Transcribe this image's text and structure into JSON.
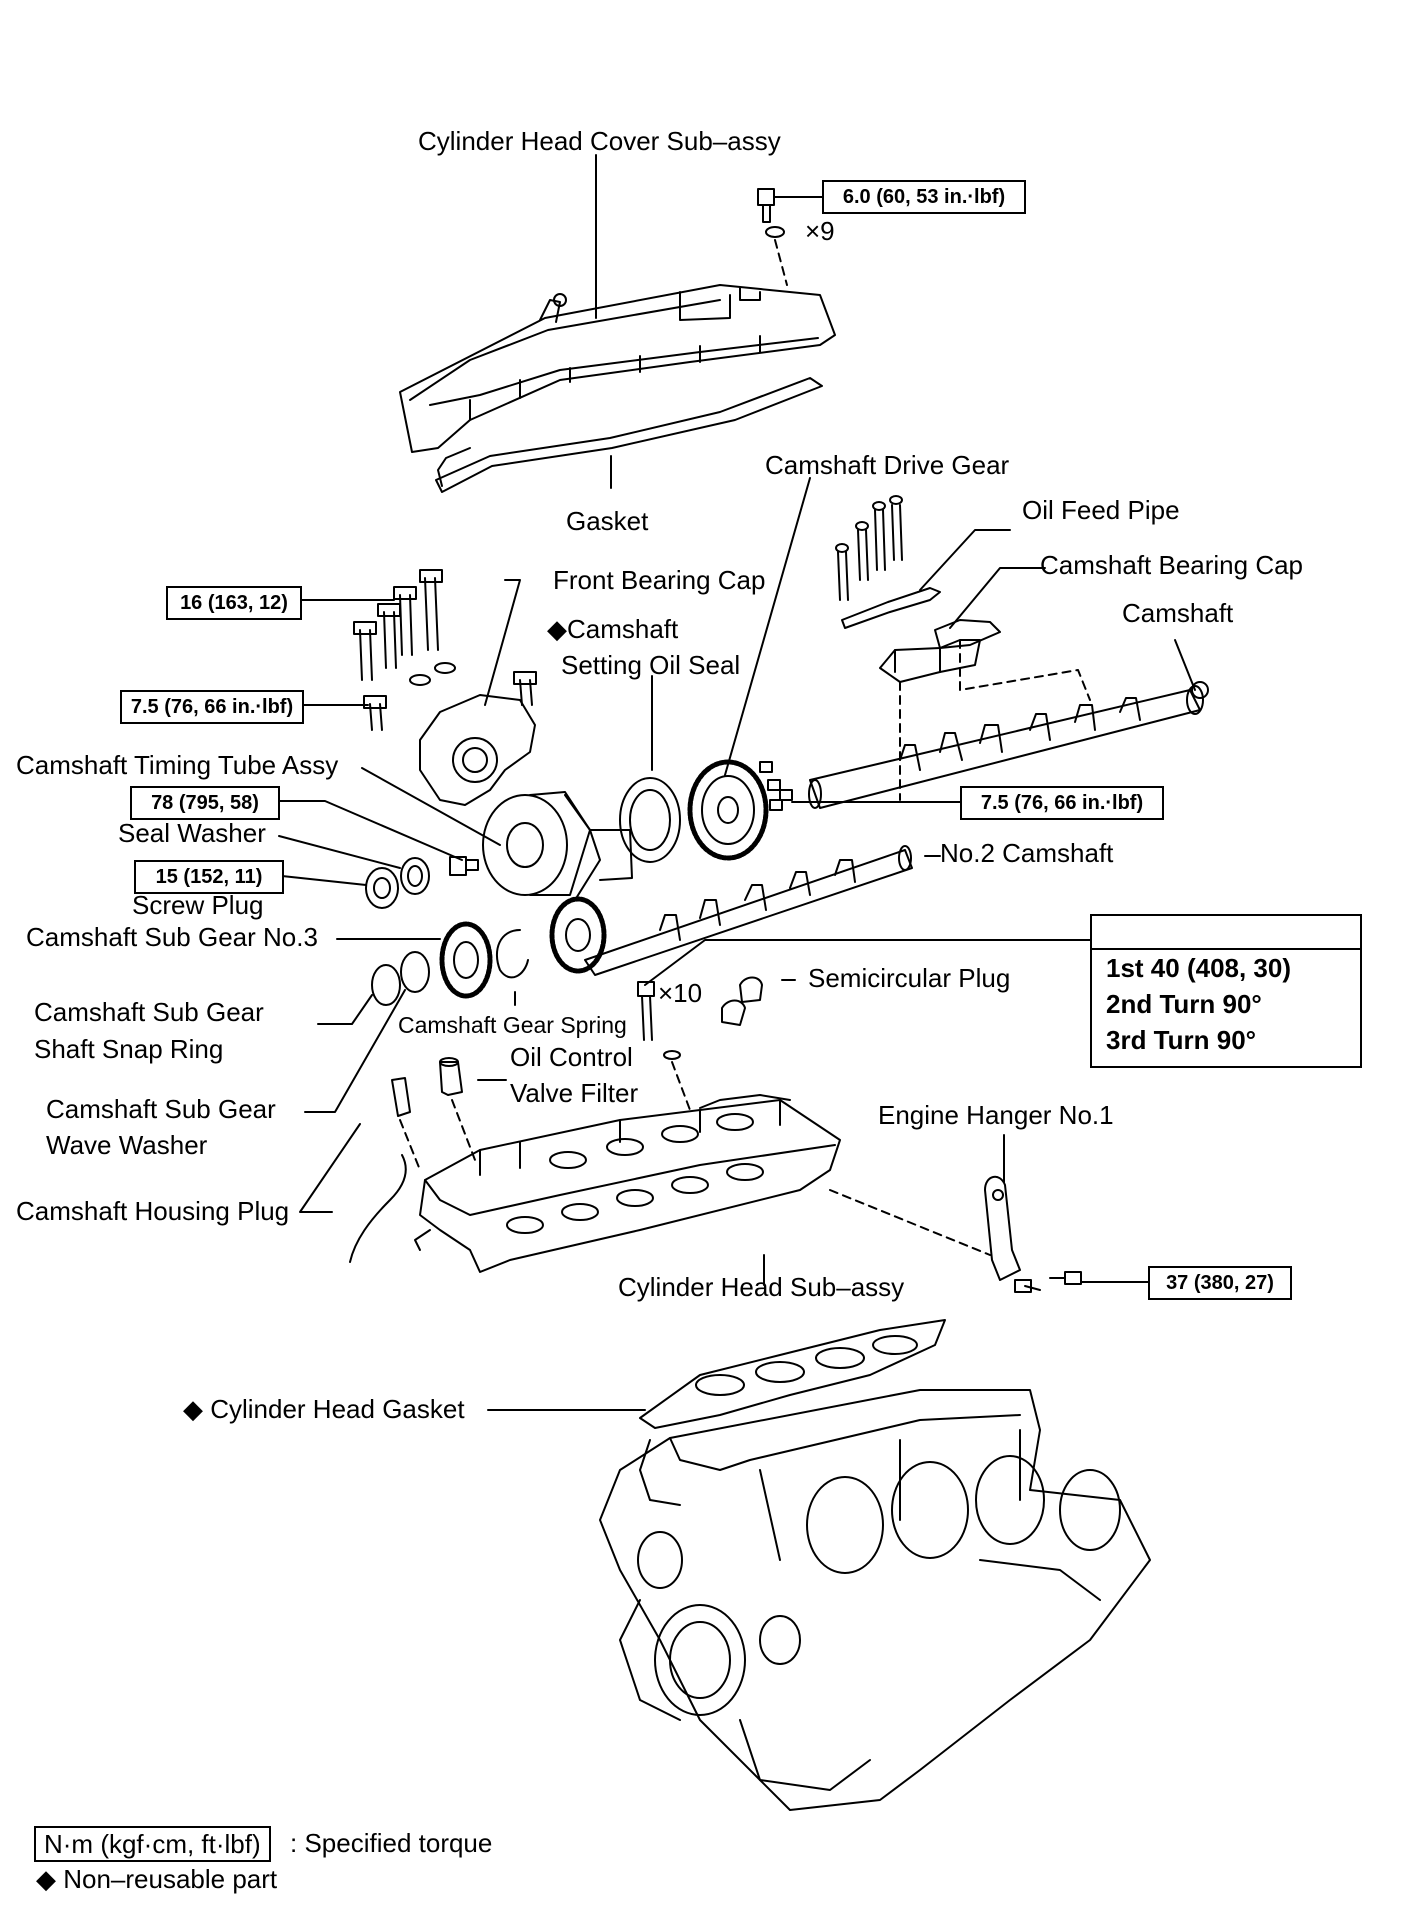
{
  "labels": {
    "cover": "Cylinder Head Cover Sub–assy",
    "gasket": "Gasket",
    "drive_gear": "Camshaft Drive Gear",
    "oil_feed_pipe": "Oil Feed Pipe",
    "bearing_cap": "Camshaft Bearing Cap",
    "camshaft": "Camshaft",
    "front_bearing_cap": "Front Bearing Cap",
    "oil_seal_l1": "◆Camshaft",
    "oil_seal_l2": "Setting Oil Seal",
    "timing_tube": "Camshaft Timing Tube Assy",
    "seal_washer": "Seal Washer",
    "screw_plug": "Screw Plug",
    "no2_camshaft": "No.2 Camshaft",
    "sub_gear_no3": "Camshaft Sub Gear No.3",
    "semicircular_plug": "Semicircular Plug",
    "snap_ring_l1": "Camshaft Sub Gear",
    "snap_ring_l2": "Shaft Snap Ring",
    "gear_spring": "Camshaft Gear Spring",
    "ocv_filter_l1": "Oil Control",
    "ocv_filter_l2": "Valve Filter",
    "wave_washer_l1": "Camshaft Sub Gear",
    "wave_washer_l2": "Wave Washer",
    "engine_hanger": "Engine Hanger No.1",
    "housing_plug": "Camshaft Housing Plug",
    "cyl_head": "Cylinder Head Sub–assy",
    "head_gasket": "◆ Cylinder Head Gasket"
  },
  "quantities": {
    "cover_bolts": "×9",
    "head_bolts": "×10"
  },
  "torques": {
    "cover": "6.0 (60, 53 in.·lbf)",
    "front_cap_long": "16 (163, 12)",
    "front_cap_short": "7.5 (76, 66 in.·lbf)",
    "timing_tube": "78 (795, 58)",
    "screw_plug": "15 (152, 11)",
    "drive_gear": "7.5 (76, 66 in.·lbf)",
    "engine_hanger": "37 (380, 27)"
  },
  "head_bolt_spec": {
    "header": "",
    "steps": [
      "1st 40 (408, 30)",
      "2nd Turn 90°",
      "3rd Turn 90°"
    ]
  },
  "legend": {
    "torque_unit": "N·m (kgf·cm, ft·lbf)",
    "torque_desc": ": Specified torque",
    "nonreusable": "◆ Non–reusable part"
  }
}
